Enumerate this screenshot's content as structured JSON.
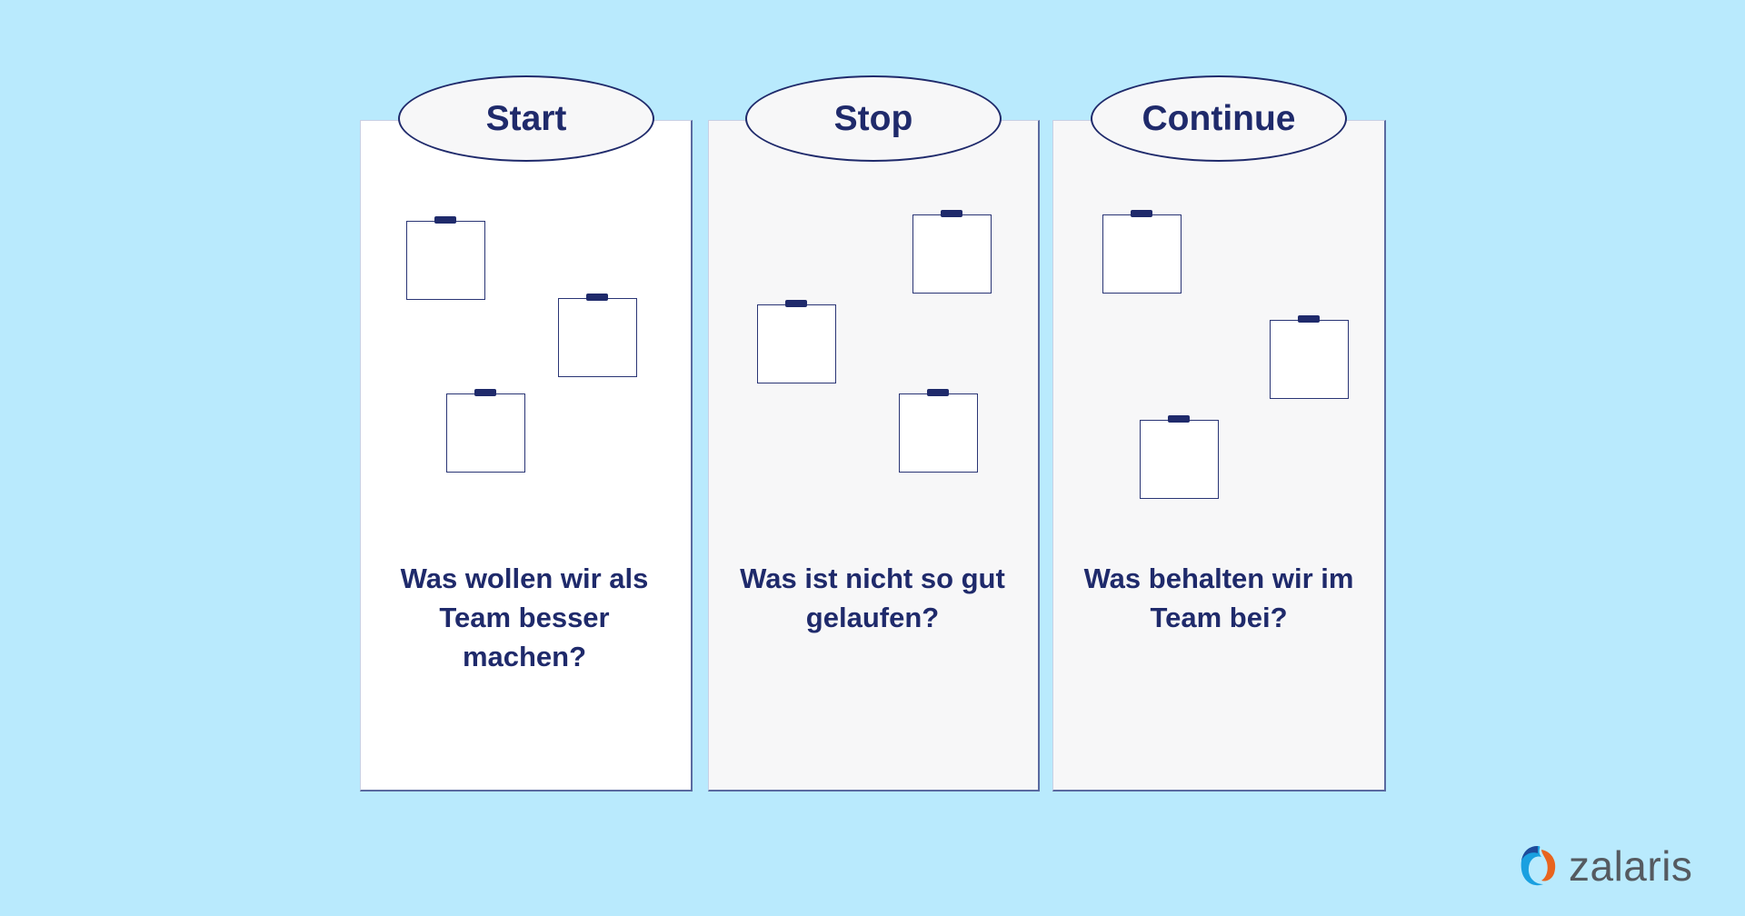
{
  "columns": [
    {
      "title": "Start",
      "question": "Was wollen wir als Team besser machen?",
      "notes": 3
    },
    {
      "title": "Stop",
      "question": "Was ist nicht so gut gelaufen?",
      "notes": 3
    },
    {
      "title": "Continue",
      "question": "Was behalten wir im Team bei?",
      "notes": 3
    }
  ],
  "logo": {
    "text": "zalaris",
    "icon": "zalaris-swirl-icon"
  },
  "colors": {
    "background": "#b9eafd",
    "text": "#1f2a6b",
    "logo_blue": "#1aa0e0",
    "logo_orange": "#e8641e"
  }
}
